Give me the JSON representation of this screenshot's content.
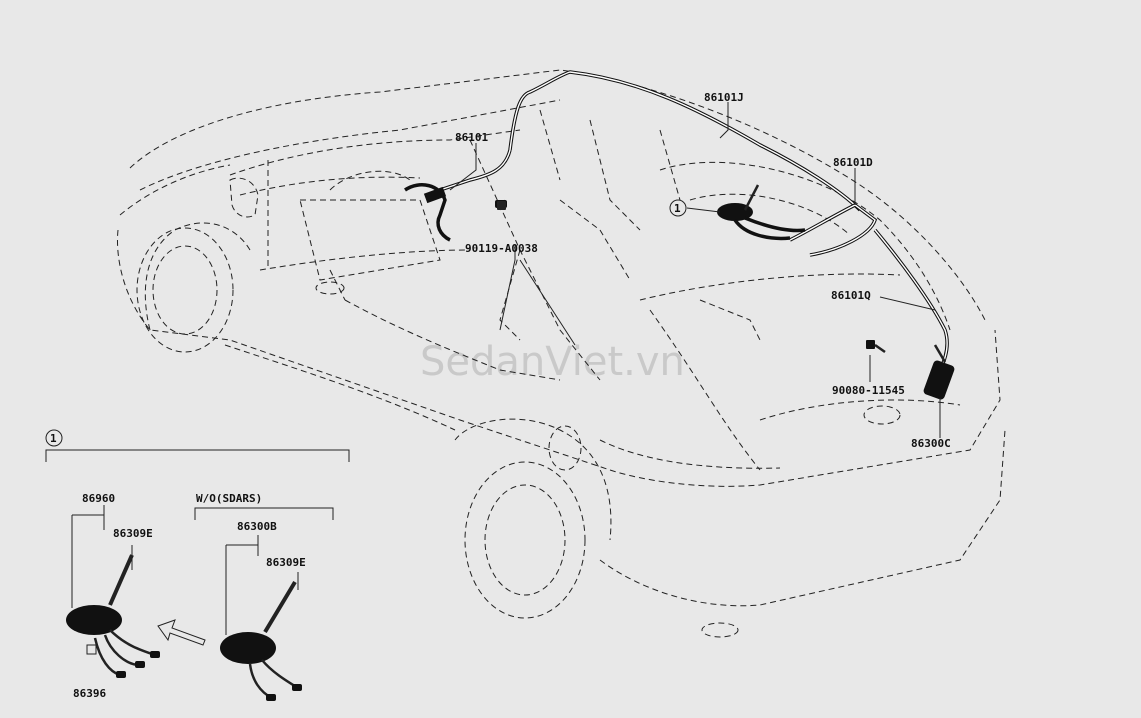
{
  "labels": {
    "p86101J": "86101J",
    "p86101": "86101",
    "p86101D": "86101D",
    "p86101Q": "86101Q",
    "p90119": "90119-A0038",
    "p90080": "90080-11545",
    "p86300C": "86300C",
    "p86960": "86960",
    "p86309E_a": "86309E",
    "p86300B": "86300B",
    "p86309E_b": "86309E",
    "p86396": "86396",
    "wo_sdars": "W/O(SDARS)",
    "callout": "1",
    "callout_box": "1"
  },
  "watermark": "SedanViet.vn",
  "colors": {
    "background": "#e8e8e8",
    "line": "#222222",
    "watermark": "#c9c9c9"
  }
}
